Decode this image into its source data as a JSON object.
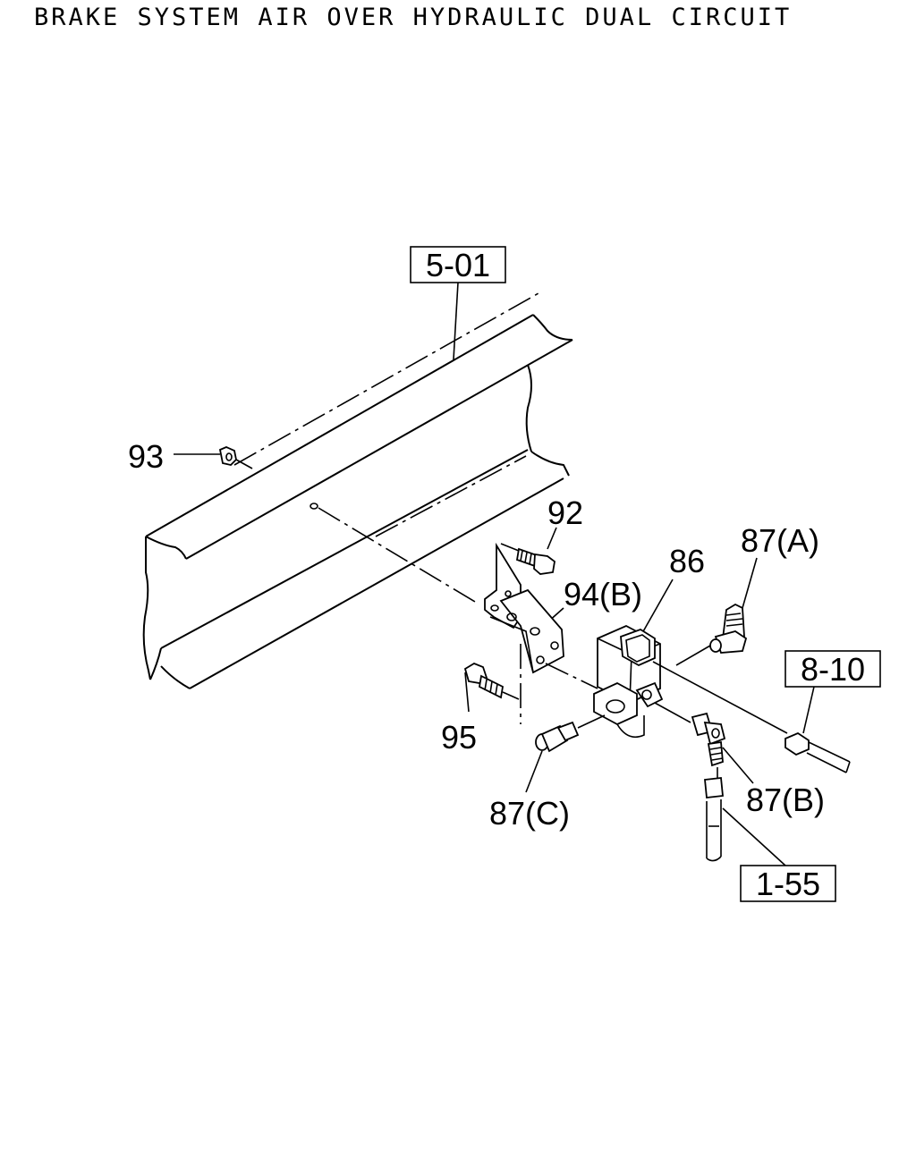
{
  "title": "BRAKE SYSTEM AIR OVER HYDRAULIC DUAL CIRCUIT",
  "references": {
    "ref_501": "5-01",
    "ref_810": "8-10",
    "ref_155": "1-55"
  },
  "parts": {
    "p93": "93",
    "p92": "92",
    "p94b": "94(B)",
    "p86": "86",
    "p87a": "87(A)",
    "p95": "95",
    "p87c": "87(C)",
    "p87b": "87(B)"
  }
}
